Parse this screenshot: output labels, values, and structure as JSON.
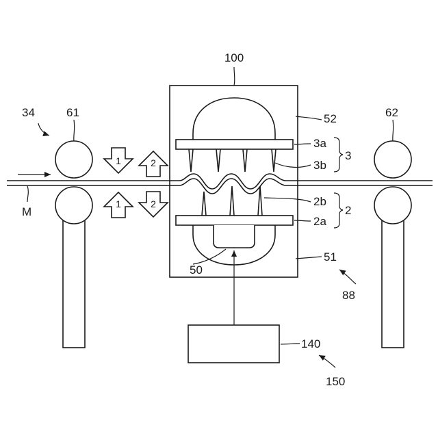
{
  "labels": {
    "device": "100",
    "upper_unit": "52",
    "lower_unit": "51",
    "upper_plate": "3a",
    "upper_pins": "3b",
    "upper_group": "3",
    "lower_pins": "2b",
    "lower_plate": "2a",
    "lower_group": "2",
    "drive_member": "50",
    "assembly": "88",
    "controller": "140",
    "system": "150",
    "left_roller_unit": "34",
    "left_roller": "61",
    "right_roller": "62",
    "material": "M"
  },
  "arrows": {
    "upper_down": "1",
    "upper_up": "2",
    "lower_up": "1",
    "lower_down": "2"
  }
}
